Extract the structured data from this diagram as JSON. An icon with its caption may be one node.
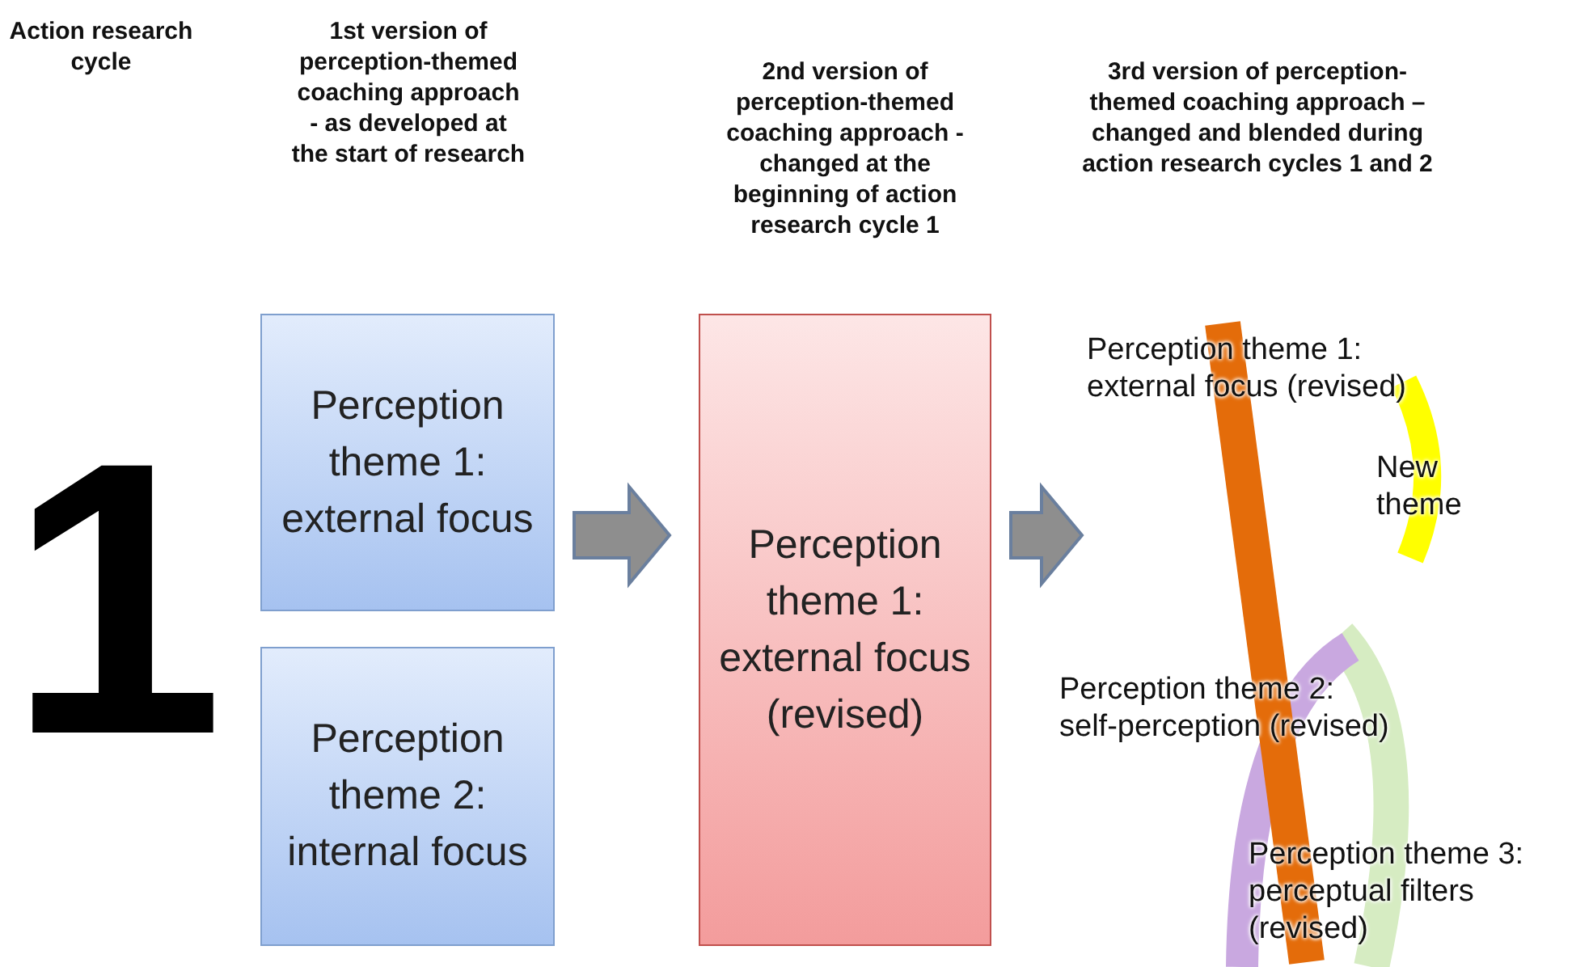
{
  "diagram": {
    "nodes": [
      {
        "text": [
          "Perception theme 1: external focus"
        ]
      },
      {
        "text": [
          "Perception theme 2: internal focus"
        ]
      },
      {
        "text": [
          "Perception theme 1: external focus (revised)"
        ]
      },
      {
        "text": [
          "Perception theme 1: external focus (revised)"
        ]
      },
      {
        "text": [
          "New theme"
        ]
      },
      {
        "text": [
          "Perception theme 2: self-perception (revised)"
        ]
      },
      {
        "text": [
          "Perception theme 3: perceptual filters (revised)"
        ]
      }
    ],
    "edges": [
      {
        "from": 0,
        "to": 2,
        "arrow": "to"
      },
      {
        "from": 2,
        "to": 3,
        "arrow": "to"
      }
    ],
    "labels": [
      "Action research cycle",
      "1st version of perception-themed coaching approach - as developed at the start of research",
      "2nd version of perception-themed coaching approach - changed at the beginning of action research cycle 1",
      "3rd version of perception-themed coaching approach – changed and blended during action research cycles 1 and 2",
      "1"
    ]
  }
}
